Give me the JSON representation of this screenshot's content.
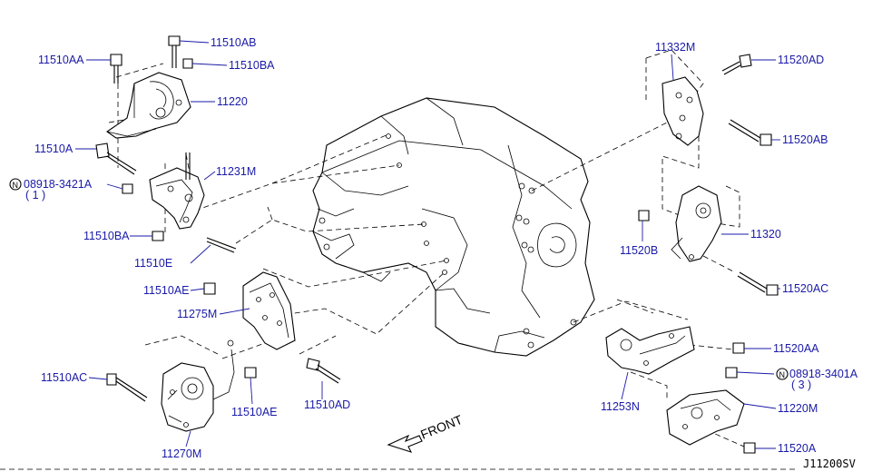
{
  "diagram": {
    "reference_code": "J11200SV",
    "front_label": "FRONT",
    "label_color": "#1a1aa8",
    "labels": {
      "l_11510AA": "11510AA",
      "l_11510AB": "11510AB",
      "l_11510BA_top": "11510BA",
      "l_11220": "11220",
      "l_11510A": "11510A",
      "l_08918_3421A": "08918-3421A",
      "l_08918_3421A_qty": "( 1 )",
      "l_11231M": "11231M",
      "l_11510BA_low": "11510BA",
      "l_11510E": "11510E",
      "l_11510AE_top": "11510AE",
      "l_11275M": "11275M",
      "l_11510AC": "11510AC",
      "l_11510AE_low": "11510AE",
      "l_11510AD": "11510AD",
      "l_11270M": "11270M",
      "l_11332M": "11332M",
      "l_11520AD": "11520AD",
      "l_11520AB": "11520AB",
      "l_11320": "11320",
      "l_11520B": "11520B",
      "l_11520AC": "11520AC",
      "l_11520AA": "11520AA",
      "l_08918_3401A": "08918-3401A",
      "l_08918_3401A_qty": "( 3 )",
      "l_11253N": "11253N",
      "l_11220M": "11220M",
      "l_11520A": "11520A"
    }
  }
}
